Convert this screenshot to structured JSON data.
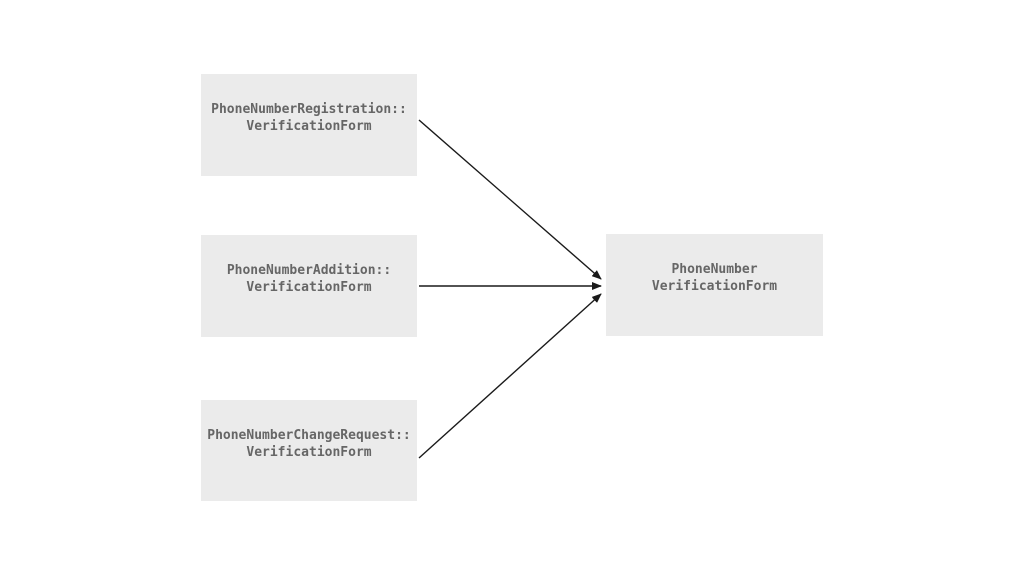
{
  "diagram": {
    "type": "class-inheritance-graph",
    "background_color": "#ffffff",
    "node_fill_color": "#ebebeb",
    "node_text_color": "#666666",
    "edge_color": "#1a1a1a",
    "nodes": [
      {
        "id": "registration",
        "label": "PhoneNumberRegistration::\nVerificationForm",
        "line1": "PhoneNumberRegistration::",
        "line2": "VerificationForm"
      },
      {
        "id": "addition",
        "label": "PhoneNumberAddition::\nVerificationForm",
        "line1": "PhoneNumberAddition::",
        "line2": "VerificationForm"
      },
      {
        "id": "changerequest",
        "label": "PhoneNumberChangeRequest::\nVerificationForm",
        "line1": "PhoneNumberChangeRequest::",
        "line2": "VerificationForm"
      },
      {
        "id": "target",
        "label": "PhoneNumber\nVerificationForm",
        "line1": "PhoneNumber",
        "line2": "VerificationForm"
      }
    ],
    "edges": [
      {
        "id": "edge-registration-target",
        "from": "registration",
        "to": "target",
        "style": "solid",
        "arrowhead": "filled-triangle"
      },
      {
        "id": "edge-addition-target",
        "from": "addition",
        "to": "target",
        "style": "solid",
        "arrowhead": "filled-triangle"
      },
      {
        "id": "edge-changerequest-target",
        "from": "changerequest",
        "to": "target",
        "style": "solid",
        "arrowhead": "filled-triangle"
      }
    ]
  }
}
